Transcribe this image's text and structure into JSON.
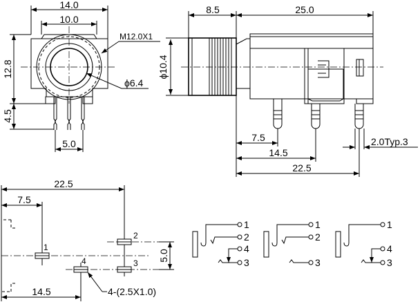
{
  "front_view": {
    "width_outer": "14.0",
    "width_inner": "10.0",
    "height": "12.8",
    "pin_length": "4.5",
    "pin_pitch": "5.0",
    "thread": "M12.0X1",
    "bore": "ϕ6.4"
  },
  "side_view": {
    "diameter": "ϕ10.4",
    "nut_length": "8.5",
    "body_length": "25.0",
    "pin1": "7.5",
    "pin2": "14.5",
    "pin3": "22.5",
    "pin_width": "2.0Typ.3"
  },
  "footprint": {
    "overall": "22.5",
    "pin1_offset": "7.5",
    "pin4_offset": "14.5",
    "row_spacing": "5.0",
    "pad_note": "4-(2.5X1.0)",
    "pads": [
      "1",
      "2",
      "3",
      "4"
    ]
  },
  "schematics": [
    {
      "labels": [
        "1",
        "2",
        "4",
        "3"
      ]
    },
    {
      "labels": [
        "1",
        "2",
        "3"
      ]
    },
    {
      "labels": [
        "1",
        "4",
        "3"
      ]
    }
  ]
}
